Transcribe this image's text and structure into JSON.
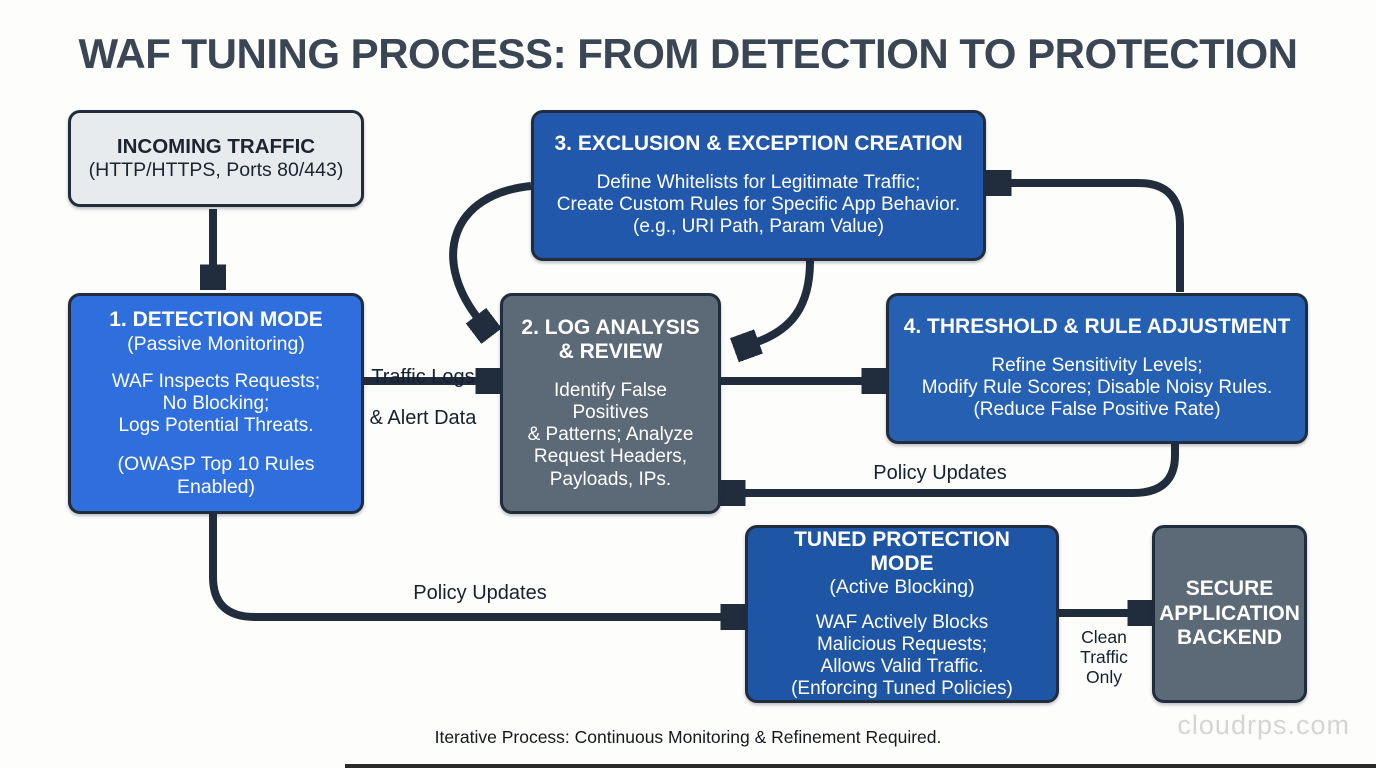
{
  "title": "WAF TUNING PROCESS: FROM DETECTION TO PROTECTION",
  "nodes": {
    "incoming": {
      "title": "INCOMING TRAFFIC",
      "subtitle": "(HTTP/HTTPS, Ports 80/443)"
    },
    "detection": {
      "title": "1. DETECTION MODE",
      "subtitle": "(Passive Monitoring)",
      "body": "WAF Inspects Requests;\nNo Blocking;\nLogs Potential Threats.",
      "footer": "(OWASP Top 10 Rules Enabled)"
    },
    "log_analysis": {
      "title": "2. LOG ANALYSIS & REVIEW",
      "body": "Identify False Positives\n& Patterns; Analyze\nRequest Headers,\nPayloads, IPs."
    },
    "exclusion": {
      "title": "3. EXCLUSION & EXCEPTION CREATION",
      "body": "Define Whitelists for Legitimate Traffic;\nCreate Custom Rules for Specific App Behavior.\n(e.g., URI Path, Param Value)"
    },
    "threshold": {
      "title": "4. THRESHOLD & RULE ADJUSTMENT",
      "body": "Refine Sensitivity Levels;\nModify Rule Scores; Disable Noisy Rules.\n(Reduce False Positive Rate)"
    },
    "tuned": {
      "title": "TUNED PROTECTION MODE",
      "subtitle": "(Active Blocking)",
      "body": "WAF Actively Blocks\nMalicious Requests;\nAllows Valid Traffic.\n(Enforcing Tuned Policies)"
    },
    "backend": {
      "title": "SECURE\nAPPLICATION\nBACKEND"
    }
  },
  "edge_labels": {
    "detection_to_log_line1": "Traffic Logs",
    "detection_to_log_line2": "& Alert Data",
    "threshold_to_log": "Policy Updates",
    "detection_to_tuned": "Policy Updates",
    "tuned_to_backend": "Clean\nTraffic\nOnly"
  },
  "footer": {
    "caption": "Iterative Process: Continuous Monitoring & Refinement Required.",
    "watermark": "cloudrps.com"
  },
  "colors": {
    "background": "#fdfdfc",
    "title_text": "#3b4654",
    "arrow": "#212d3d",
    "box_border": "#212d3d",
    "incoming_fill": "#e8ebee",
    "detection_fill": "#2e6edd",
    "log_analysis_fill": "#5c6977",
    "exclusion_fill": "#2158ab",
    "threshold_fill": "#2560b2",
    "tuned_fill": "#1f55a5",
    "backend_fill": "#5c6977",
    "box_text": "#ffffff",
    "label_text": "#16202e",
    "watermark_text": "#d5d5d4"
  }
}
